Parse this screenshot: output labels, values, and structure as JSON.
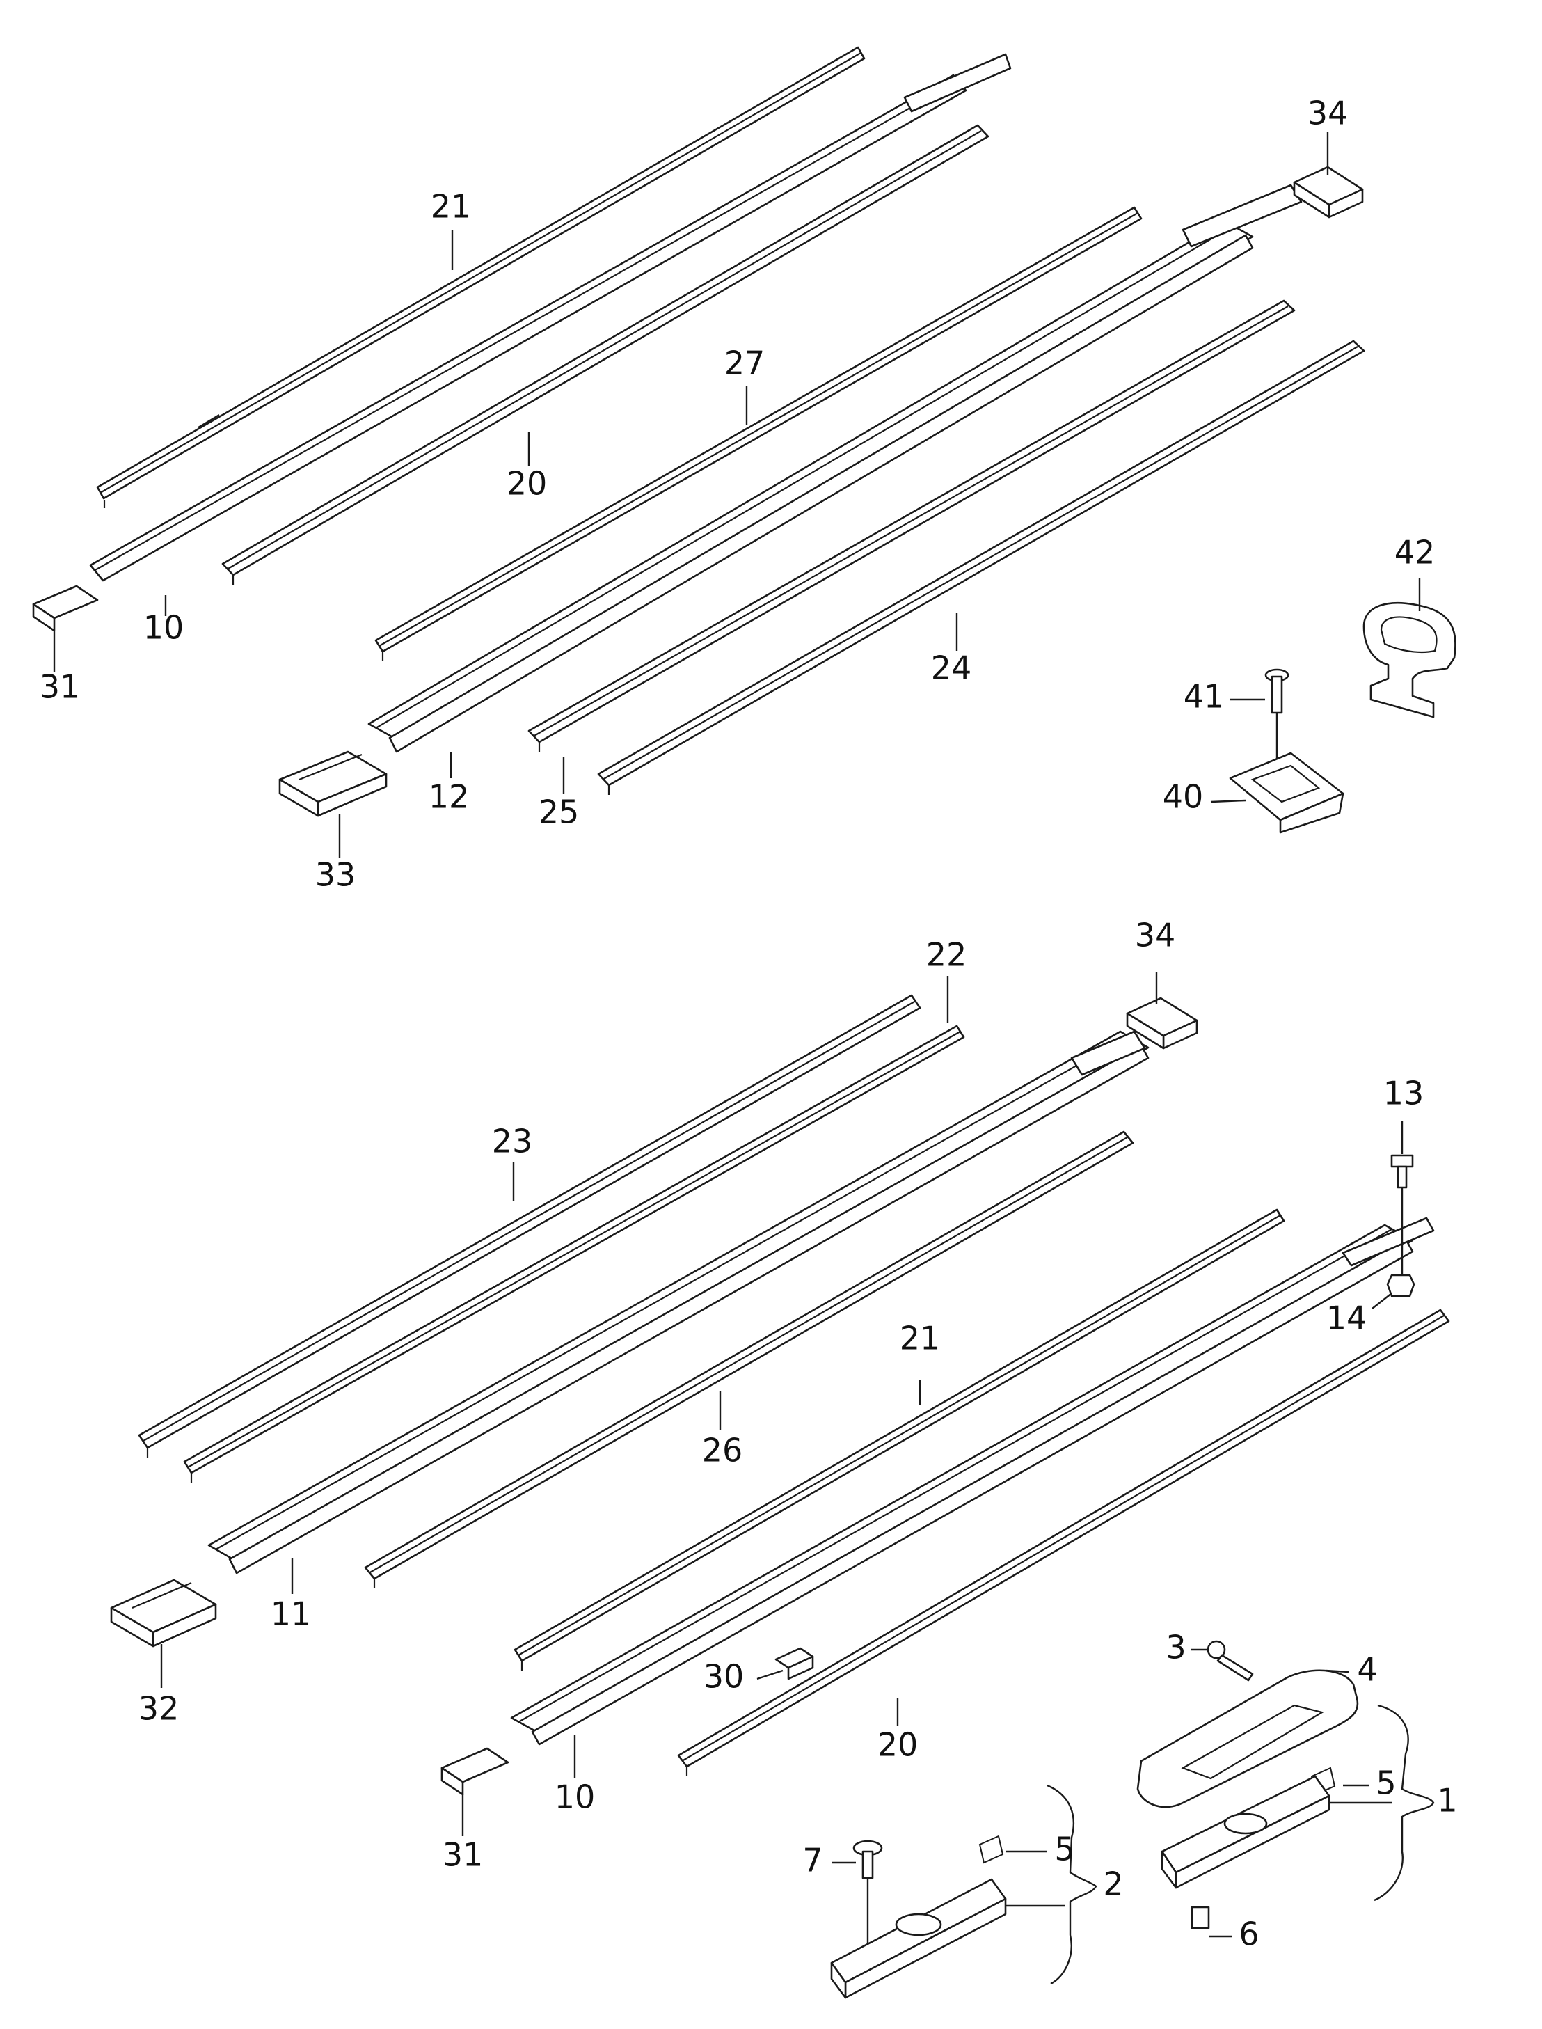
{
  "callouts": {
    "top": [
      "21",
      "20",
      "10",
      "31",
      "27",
      "12",
      "33",
      "25",
      "24",
      "34",
      "42",
      "41",
      "40"
    ],
    "bottom": [
      "22",
      "23",
      "34",
      "26",
      "11",
      "32",
      "21",
      "13",
      "14",
      "30",
      "20",
      "10",
      "31",
      "3",
      "4",
      "5",
      "1",
      "7",
      "5",
      "2",
      "6"
    ]
  }
}
